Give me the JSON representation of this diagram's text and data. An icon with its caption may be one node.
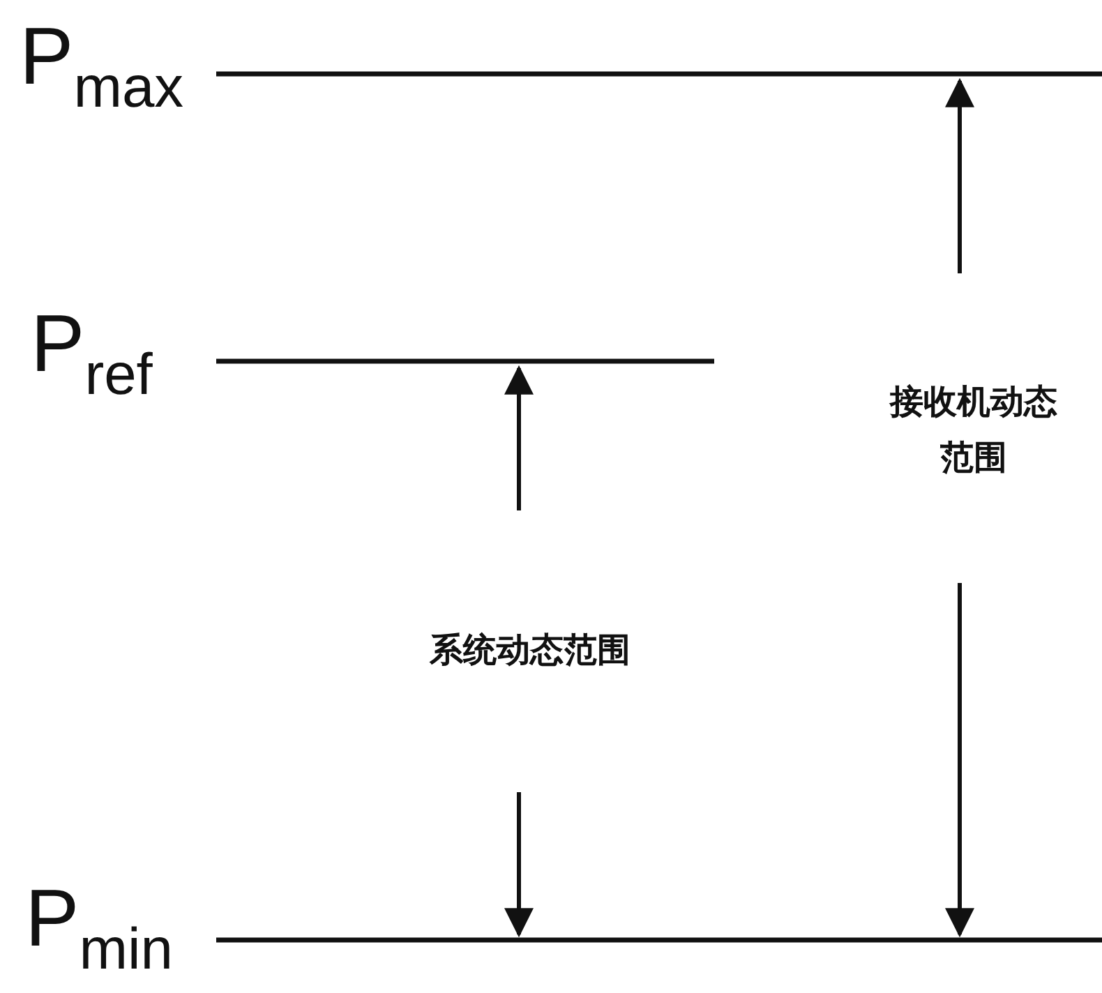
{
  "diagram": {
    "labels": [
      "P$_{max}$",
      "P$_{ref}$",
      "系统动态范围",
      "接收机动态范围",
      "P$_{min}$"
    ]
  }
}
